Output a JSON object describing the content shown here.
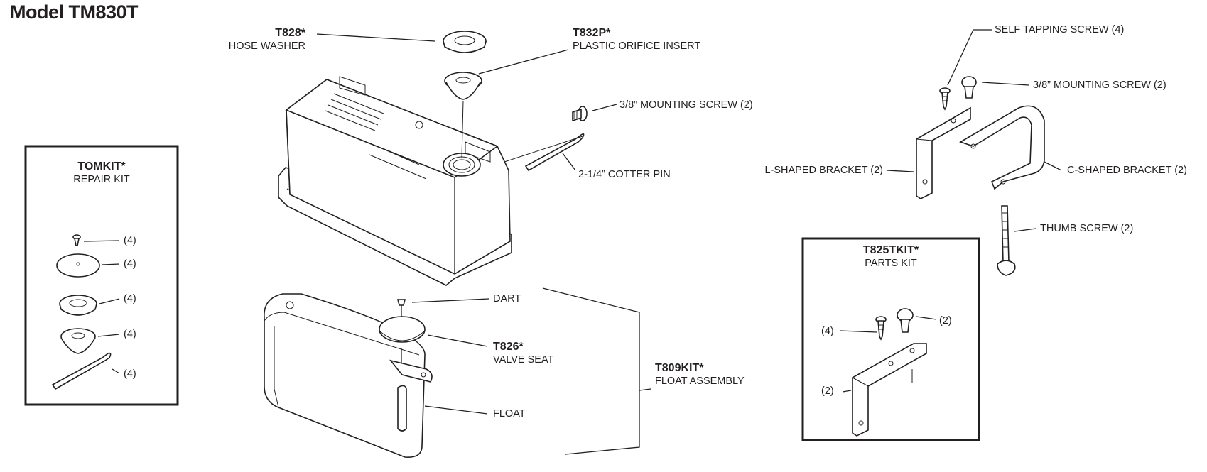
{
  "title": "Model TM830T",
  "parts": {
    "hose_washer": {
      "code": "T828*",
      "name": "HOSE WASHER"
    },
    "orifice": {
      "code": "T832P*",
      "name": "PLASTIC ORIFICE INSERT"
    },
    "mounting_screw_tank": "3/8” MOUNTING SCREW (2)",
    "cotter_pin": "2-1/4” COTTER PIN",
    "dart": "DART",
    "valve_seat": {
      "code": "T826*",
      "name": "VALVE SEAT"
    },
    "float": "FLOAT",
    "float_assembly": {
      "code": "T809KIT*",
      "name": "FLOAT ASSEMBLY"
    },
    "self_tapping_screw": "SELF TAPPING SCREW (4)",
    "mounting_screw_bracket": "3/8” MOUNTING SCREW (2)",
    "l_bracket": "L-SHAPED BRACKET (2)",
    "c_bracket": "C-SHAPED BRACKET (2)",
    "thumb_screw": "THUMB SCREW (2)"
  },
  "repair_kit": {
    "code": "TOMKIT*",
    "name": "REPAIR KIT",
    "quantities": [
      "(4)",
      "(4)",
      "(4)",
      "(4)",
      "(4)"
    ]
  },
  "parts_kit": {
    "code": "T825TKIT*",
    "name": "PARTS KIT",
    "quantities": [
      "(4)",
      "(2)",
      "(2)"
    ]
  }
}
